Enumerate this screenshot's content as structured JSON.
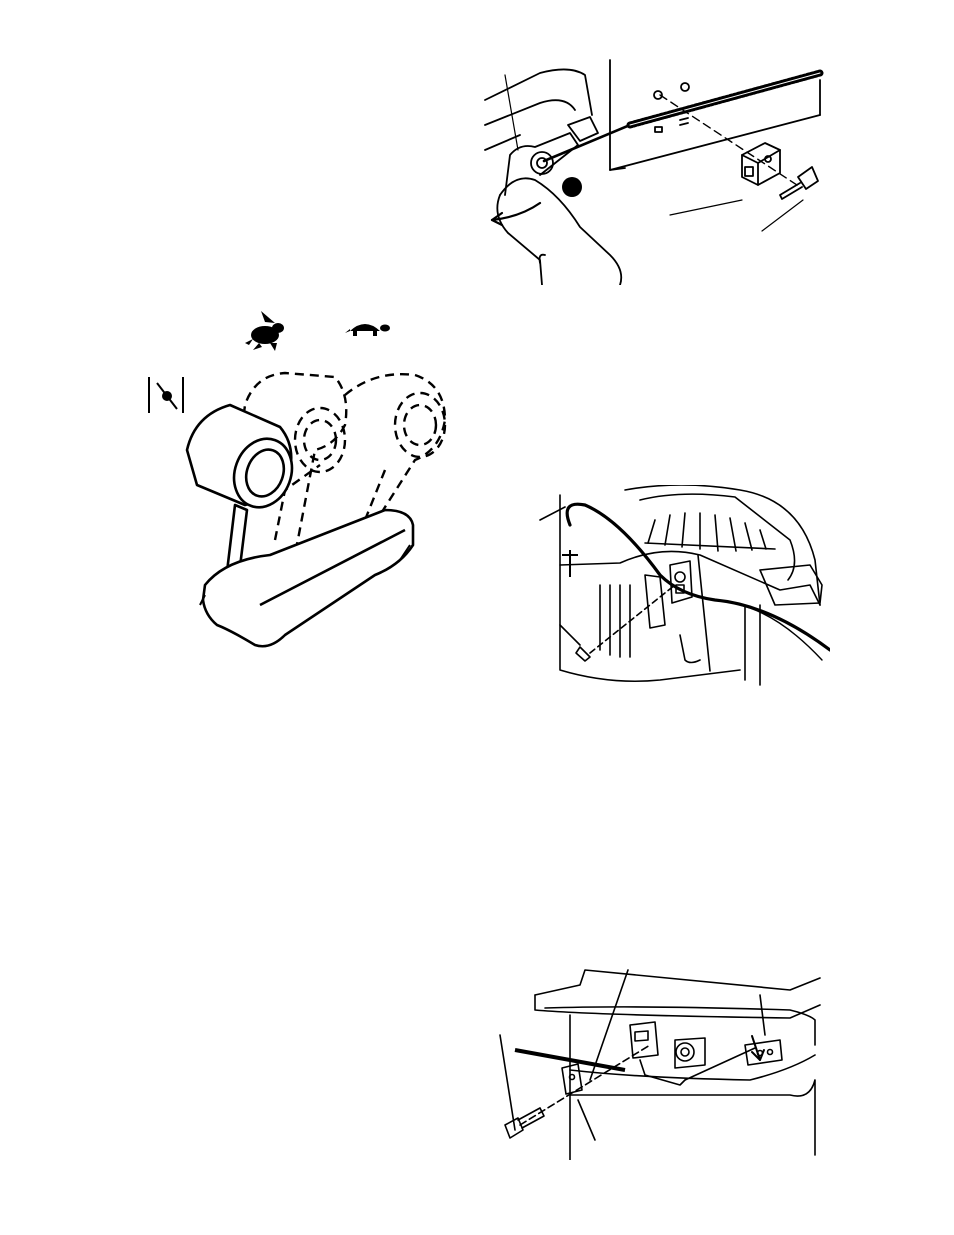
{
  "page": {
    "figures": [
      {
        "id": "cable-mount-detail",
        "icon": "cable-clamp-illustration"
      },
      {
        "id": "throttle-control-lever",
        "icon": "throttle-lever-illustration",
        "symbols": [
          "choke-symbol",
          "fast-rabbit-icon",
          "slow-turtle-icon"
        ]
      },
      {
        "id": "engine-cable-routing",
        "icon": "engine-illustration"
      },
      {
        "id": "housing-cable-clamp",
        "icon": "housing-clamp-illustration"
      }
    ],
    "colors": {
      "ink": "#000000",
      "paper": "#ffffff"
    }
  }
}
